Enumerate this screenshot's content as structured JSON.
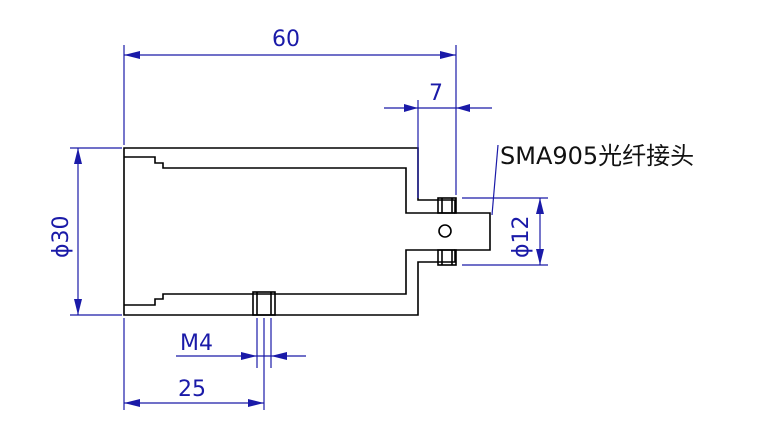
{
  "drawing": {
    "dimensions": {
      "overall_length": "60",
      "connector_length": "7",
      "outer_diameter": "ϕ30",
      "connector_diameter": "ϕ12",
      "thread": "M4",
      "thread_position": "25"
    },
    "callout": "SMA905光纤接头",
    "colors": {
      "outline": "#000000",
      "dimension": "#1a1aa8",
      "callout_leader": "#1a1aa8"
    }
  }
}
